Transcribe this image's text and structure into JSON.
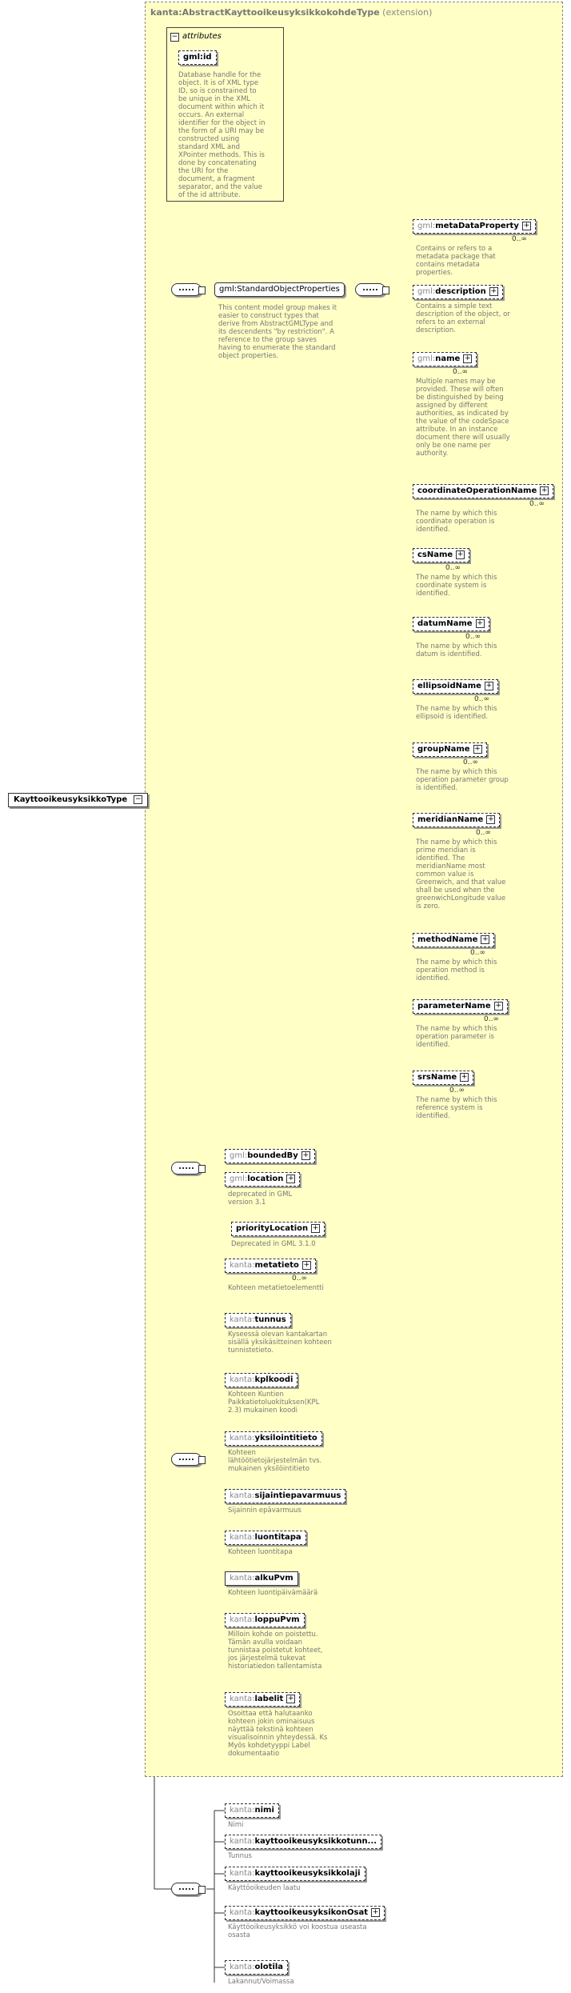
{
  "root": {
    "name": "KayttooikeusyksikkoType"
  },
  "extension": {
    "base": "kanta:AbstractKayttooikeusyksikkokohdeType",
    "label": "(extension)"
  },
  "attributes": {
    "heading": "attributes",
    "id_name": "gml:id",
    "id_desc": "Database handle for the object. It is of XML type ID, so is constrained to be unique in the XML document within which it occurs. An external identifier for the object in the form of a URI may be constructed using standard XML and XPointer methods. This is done by concatenating the URI for the document, a fragment separator, and the value of the id attribute."
  },
  "std": {
    "group_name": "gml:StandardObjectProperties",
    "group_desc": "This content model group makes it easier to construct types that derive from AbstractGMLType and its descendents \"by restriction\". A reference to the group saves having to enumerate the standard object properties."
  },
  "std_items": [
    {
      "ns": "gml:",
      "name": "metaDataProperty",
      "card": "0..∞",
      "desc": "Contains or refers to a metadata package that contains metadata properties."
    },
    {
      "ns": "gml:",
      "name": "description",
      "card": "",
      "desc": "Contains a simple text description of the object, or refers to an external description."
    },
    {
      "ns": "gml:",
      "name": "name",
      "card": "0..∞",
      "desc": "Multiple names may be provided. These will often be distinguished by being assigned by different authorities, as indicated by the value of the codeSpace attribute. In an instance document there will usually only be one name per authority."
    },
    {
      "ns": "",
      "name": "coordinateOperationName",
      "card": "0..∞",
      "desc": "The name by which this coordinate operation is identified."
    },
    {
      "ns": "",
      "name": "csName",
      "card": "0..∞",
      "desc": "The name by which this coordinate system is identified."
    },
    {
      "ns": "",
      "name": "datumName",
      "card": "0..∞",
      "desc": "The name by which this datum is identified."
    },
    {
      "ns": "",
      "name": "ellipsoidName",
      "card": "0..∞",
      "desc": "The name by which this ellipsoid is identified."
    },
    {
      "ns": "",
      "name": "groupName",
      "card": "0..∞",
      "desc": "The name by which this operation parameter group is identified."
    },
    {
      "ns": "",
      "name": "meridianName",
      "card": "0..∞",
      "desc": "The name by which this prime meridian is identified. The meridianName most common value is Greenwich, and that value shall be used when the greenwichLongitude value is zero."
    },
    {
      "ns": "",
      "name": "methodName",
      "card": "0..∞",
      "desc": "The name by which this operation method is identified."
    },
    {
      "ns": "",
      "name": "parameterName",
      "card": "0..∞",
      "desc": "The name by which this operation parameter is identified."
    },
    {
      "ns": "",
      "name": "srsName",
      "card": "0..∞",
      "desc": "The name by which this reference system is identified."
    }
  ],
  "bounded": {
    "ns": "gml:",
    "name": "boundedBy"
  },
  "location": {
    "ns": "gml:",
    "name": "location",
    "desc": "deprecated in GML version 3.1"
  },
  "priority": {
    "name": "priorityLocation",
    "desc": "Deprecated in GML 3.1.0"
  },
  "kanta_items": [
    {
      "ns": "kanta:",
      "name": "metatieto",
      "card": "0..∞",
      "desc": "Kohteen metatietoelementti"
    },
    {
      "ns": "kanta:",
      "name": "tunnus",
      "card": "",
      "desc": "Kyseessä olevan kantakartan sisällä yksikäsitteinen kohteen tunnistetieto."
    },
    {
      "ns": "kanta:",
      "name": "kplkoodi",
      "card": "",
      "desc": "Kohteen Kuntien Paikkatietoluokituksen(KPL 2.3) mukainen koodi"
    },
    {
      "ns": "kanta:",
      "name": "yksilointitieto",
      "card": "",
      "desc": "Kohteen lähtöötietojärjestelmän tvs. mukainen yksilöintitieto"
    },
    {
      "ns": "kanta:",
      "name": "sijaintiepavarmuus",
      "card": "",
      "desc": "Sijainnin epävarmuus"
    },
    {
      "ns": "kanta:",
      "name": "luontitapa",
      "card": "",
      "desc": "Kohteen luontitapa"
    },
    {
      "ns": "kanta:",
      "name": "alkuPvm",
      "card": "",
      "desc": "Kohteen luontipäivämäärä"
    },
    {
      "ns": "kanta:",
      "name": "loppuPvm",
      "card": "",
      "desc": "Milloin kohde on poistettu. Tämän avulla voidaan tunnistaa poistetut kohteet, jos järjestelmä tukevat historiatiedon tallentamista"
    },
    {
      "ns": "kanta:",
      "name": "labelit",
      "card": "",
      "desc": "Osoittaa että halutaanko kohteen jokin ominaisuus näyttää tekstinä kohteen visualisoinnin yhteydessä. Ks Myös kohdetyyppi Label dokumentaatio"
    }
  ],
  "own_items": [
    {
      "ns": "kanta:",
      "name": "nimi",
      "desc": "Nimi"
    },
    {
      "ns": "kanta:",
      "name": "kayttooikeusyksikkotunn...",
      "desc": "Tunnus"
    },
    {
      "ns": "kanta:",
      "name": "kayttooikeusyksikkolaji",
      "desc": "Käyttöoikeuden laatu"
    },
    {
      "ns": "kanta:",
      "name": "kayttooikeusyksikonOsat",
      "desc": "Käyttöoikeusyksikkö voi koostua useasta osasta"
    },
    {
      "ns": "kanta:",
      "name": "olotila",
      "desc": "Lakannut/Voimassa"
    }
  ],
  "icons": {
    "expand": "plus-box-icon",
    "collapse": "minus-box-icon",
    "sequence": "sequence-icon"
  }
}
